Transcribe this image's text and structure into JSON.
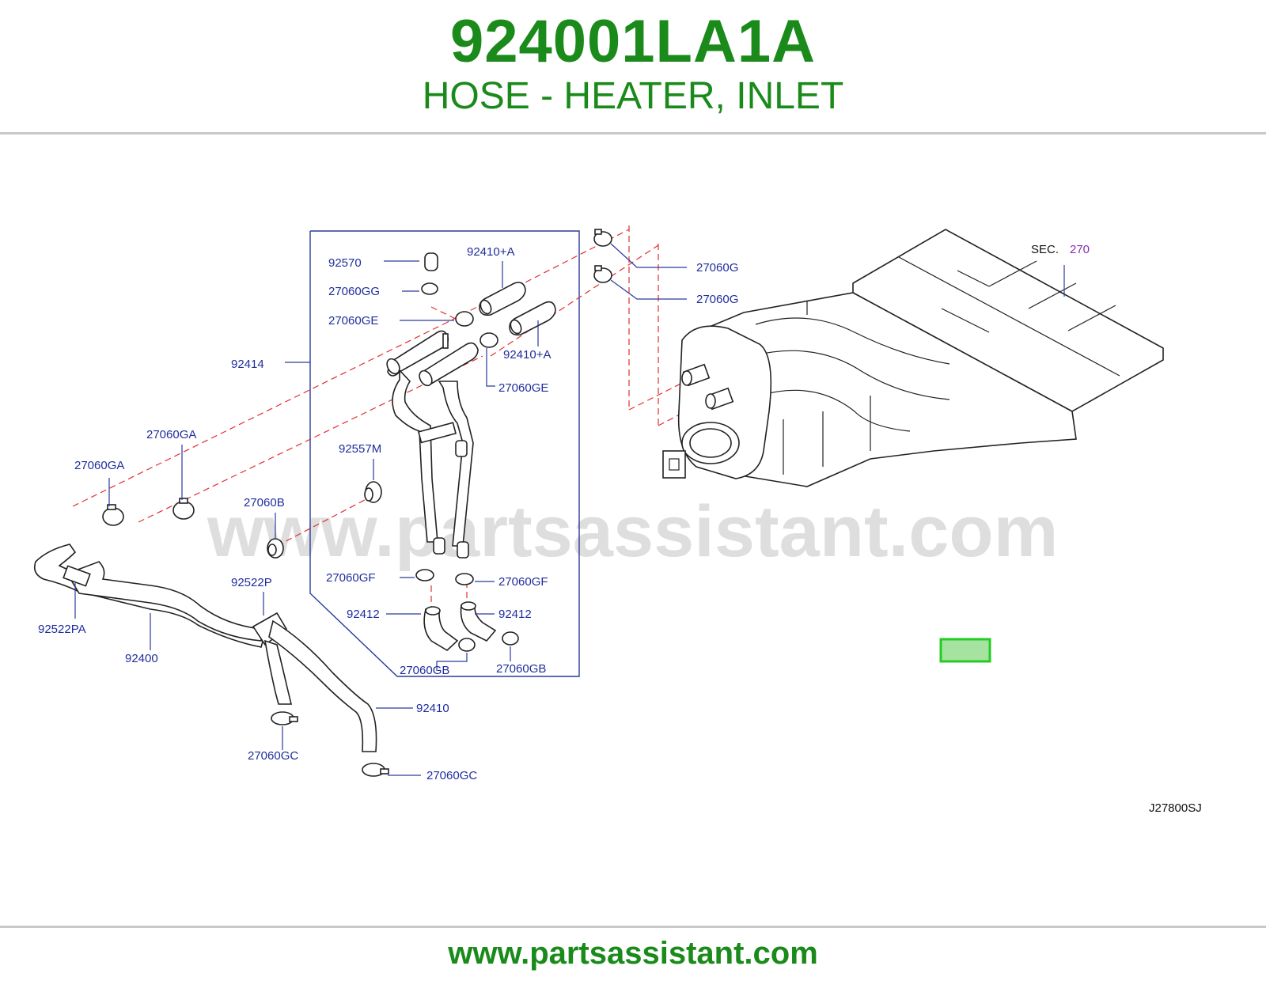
{
  "header": {
    "part_number": "924001LA1A",
    "part_description": "HOSE - HEATER, INLET"
  },
  "diagram": {
    "watermark": "www.partsassistant.com",
    "section_ref_prefix": "SEC.",
    "section_ref_number": "270",
    "drawing_code": "J27800SJ",
    "callouts": {
      "c92570": "92570",
      "c92410A_1": "92410+A",
      "c27060GG": "27060GG",
      "c27060GE_1": "27060GE",
      "c92410A_2": "92410+A",
      "c92414": "92414",
      "c27060GE_2": "27060GE",
      "c27060G_1": "27060G",
      "c27060G_2": "27060G",
      "c27060GA_1": "27060GA",
      "c27060GA_2": "27060GA",
      "c92557M": "92557M",
      "c27060B": "27060B",
      "c27060GF_1": "27060GF",
      "c27060GF_2": "27060GF",
      "c92522P": "92522P",
      "c92412_1": "92412",
      "c92412_2": "92412",
      "c92522PA": "92522PA",
      "c92400": "92400",
      "c27060GB_1": "27060GB",
      "c27060GB_2": "27060GB",
      "c92410": "92410",
      "c27060GC_1": "27060GC",
      "c27060GC_2": "27060GC"
    },
    "highlight_color": "#a6e3a1",
    "highlight_border": "#22cc22"
  },
  "footer": {
    "url": "www.partsassistant.com"
  },
  "colors": {
    "title_green": "#1a8a1a",
    "callout_blue": "#1f2d9c",
    "dash_red": "#e03030"
  }
}
